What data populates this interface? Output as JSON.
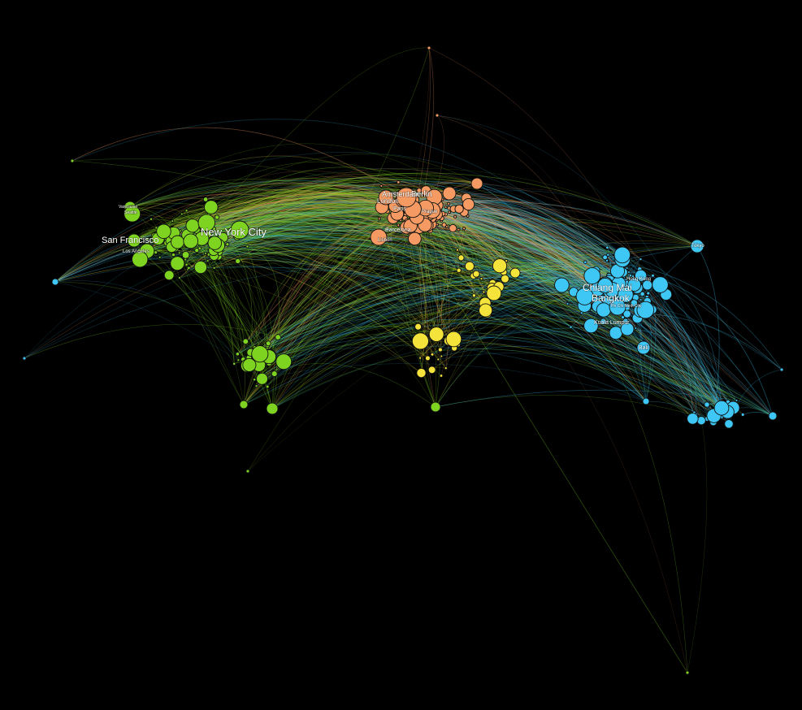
{
  "map": {
    "background_color": "#000000",
    "node_outline_color": "#111111",
    "palette": {
      "americas": "#7ed321",
      "europe": "#f59a62",
      "asia_pacific": "#3ec7f5",
      "middle_east_africa": "#f4e33a"
    },
    "cities": [
      {
        "name": "New York City",
        "region": "americas"
      },
      {
        "name": "San Francisco",
        "region": "americas"
      },
      {
        "name": "Los Angeles",
        "region": "americas"
      },
      {
        "name": "Vancouver",
        "region": "americas"
      },
      {
        "name": "Seattle",
        "region": "americas"
      },
      {
        "name": "Berlin",
        "region": "europe"
      },
      {
        "name": "Amsterdam",
        "region": "europe"
      },
      {
        "name": "London",
        "region": "europe"
      },
      {
        "name": "Paris",
        "region": "europe"
      },
      {
        "name": "Barcelona",
        "region": "europe"
      },
      {
        "name": "Lisbon",
        "region": "europe"
      },
      {
        "name": "Prague",
        "region": "europe"
      },
      {
        "name": "Chiang Mai",
        "region": "asia_pacific"
      },
      {
        "name": "Bangkok",
        "region": "asia_pacific"
      },
      {
        "name": "Kuala Lumpur",
        "region": "asia_pacific"
      },
      {
        "name": "Ho Chi Minh City",
        "region": "asia_pacific"
      },
      {
        "name": "Hong Kong",
        "region": "asia_pacific"
      },
      {
        "name": "Tokyo",
        "region": "asia_pacific"
      },
      {
        "name": "Bali",
        "region": "asia_pacific"
      }
    ]
  }
}
